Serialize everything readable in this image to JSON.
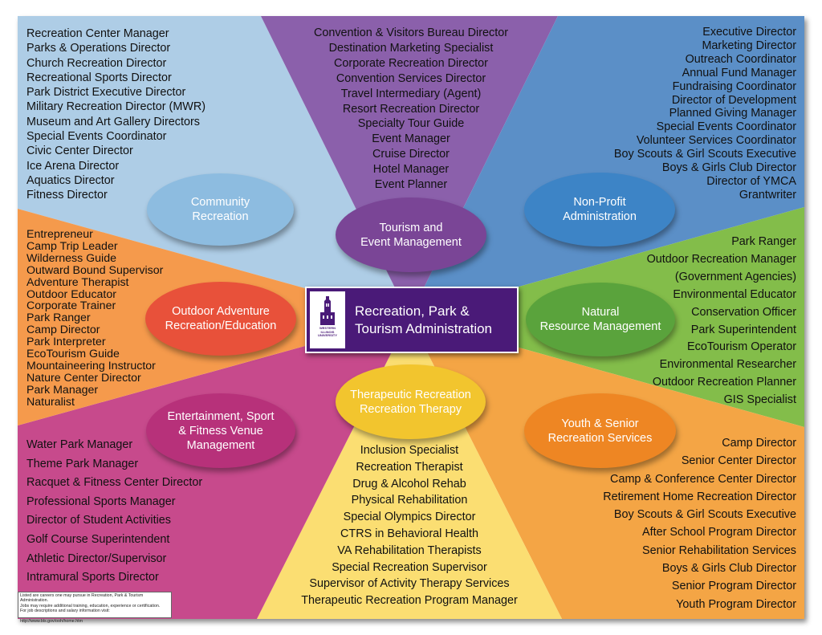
{
  "center": {
    "title_line1": "Recreation, Park &",
    "title_line2": "Tourism Administration",
    "logo_text": "WESTERN\nILLINOIS\nUNIVERSITY"
  },
  "colors": {
    "community": "#aecde6",
    "tourism": "#8b60ab",
    "nonprofit": "#5b8fc7",
    "natural": "#83bd4a",
    "youth": "#f4a545",
    "therapeutic": "#fbde72",
    "entertainment": "#c74a8c",
    "outdoor": "#f59a4c",
    "center": "#4a1a78"
  },
  "sectors": {
    "community": {
      "label": "Community\nRecreation",
      "careers": [
        "Recreation Center Manager",
        "Parks & Operations Director",
        "Church Recreation Director",
        "Recreational Sports Director",
        "Park District Executive Director",
        "Military Recreation Director (MWR)",
        "Museum and Art Gallery Directors",
        "Special Events Coordinator",
        "Civic Center Director",
        "Ice Arena Director",
        "Aquatics Director",
        "Fitness Director"
      ]
    },
    "tourism": {
      "label": "Tourism and\nEvent Management",
      "careers": [
        "Convention & Visitors Bureau Director",
        "Destination Marketing Specialist",
        "Corporate Recreation Director",
        "Convention Services Director",
        "Travel Intermediary (Agent)",
        "Resort Recreation Director",
        "Specialty Tour Guide",
        "Event Manager",
        "Cruise Director",
        "Hotel Manager",
        "Event Planner"
      ]
    },
    "nonprofit": {
      "label": "Non-Profit\nAdministration",
      "careers": [
        "Executive Director",
        "Marketing Director",
        "Outreach Coordinator",
        "Annual Fund Manager",
        "Fundraising Coordinator",
        "Director of Development",
        "Planned Giving Manager",
        "Special Events Coordinator",
        "Volunteer Services Coordinator",
        "Boy Scouts & Girl Scouts Executive",
        "Boys & Girls Club Director",
        "Director of YMCA",
        "Grantwriter"
      ]
    },
    "outdoor": {
      "label": "Outdoor Adventure\nRecreation/Education",
      "careers": [
        "Entrepreneur",
        "Camp Trip Leader",
        "Wilderness Guide",
        "Outward Bound Supervisor",
        "Adventure Therapist",
        "Outdoor Educator",
        "Corporate Trainer",
        "Park Ranger",
        "Camp Director",
        "Park Interpreter",
        "EcoTourism Guide",
        "Mountaineering Instructor",
        "Nature Center Director",
        "Park Manager",
        "Naturalist"
      ]
    },
    "natural": {
      "label": "Natural\nResource Management",
      "careers": [
        "Park Ranger",
        "Outdoor Recreation Manager",
        "(Government Agencies)",
        "Environmental Educator",
        "Conservation Officer",
        "Park Superintendent",
        "EcoTourism Operator",
        "Environmental Researcher",
        "Outdoor Recreation Planner",
        "GIS Specialist"
      ]
    },
    "entertainment": {
      "label": "Entertainment, Sport\n& Fitness Venue\nManagement",
      "careers": [
        "Water Park Manager",
        "Theme Park Manager",
        "Racquet & Fitness Center Director",
        "Professional Sports Manager",
        "Director of Student Activities",
        "Golf Course Superintendent",
        "Athletic Director/Supervisor",
        "Intramural Sports Director"
      ]
    },
    "therapeutic": {
      "label": "Therapeutic Recreation\nRecreation Therapy",
      "careers": [
        "Inclusion Specialist",
        "Recreation Therapist",
        "Drug & Alcohol Rehab",
        "Physical Rehabilitation",
        "Special Olympics Director",
        "CTRS in Behavioral Health",
        "VA Rehabilitation Therapists",
        "Special Recreation Supervisor",
        "Supervisor of Activity Therapy Services",
        "Therapeutic Recreation Program Manager"
      ]
    },
    "youth": {
      "label": "Youth & Senior\nRecreation Services",
      "careers": [
        "Camp Director",
        "Senior Center Director",
        "Camp & Conference Center Director",
        "Retirement Home Recreation Director",
        "Boy Scouts & Girl Scouts Executive",
        "After School Program Director",
        "Senior Rehabilitation Services",
        "Boys & Girls Club Director",
        "Senior Program Director",
        "Youth Program Director"
      ]
    }
  },
  "note": {
    "text": "Listed are careers one may pursue in Recreation, Park & Tourism Administration.\nJobs may require additional training, education, experience or certification.\nFor job descriptions and salary information visit:\n\nhttp://www.bls.gov/ooh/home.htm"
  }
}
